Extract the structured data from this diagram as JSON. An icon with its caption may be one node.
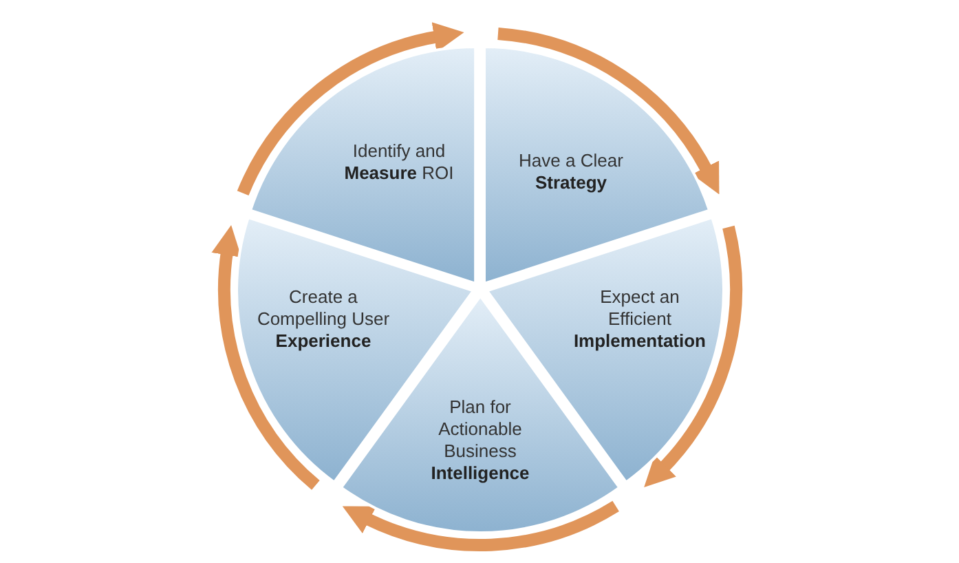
{
  "diagram": {
    "nodes": [
      {
        "text": [
          "Identify and **Measure** ROI"
        ]
      },
      {
        "text": [
          "Have a Clear **Strategy**"
        ]
      },
      {
        "text": [
          "Expect an Efficient **Implementation**"
        ]
      },
      {
        "text": [
          "Plan for Actionable Business **Intelligence**"
        ]
      },
      {
        "text": [
          "Create a Compelling User **Experience**"
        ]
      }
    ],
    "edges": [
      {
        "from": 0,
        "to": 1,
        "arrow": "to"
      },
      {
        "from": 1,
        "to": 2,
        "arrow": "to"
      },
      {
        "from": 2,
        "to": 3,
        "arrow": "to"
      },
      {
        "from": 3,
        "to": 4,
        "arrow": "to"
      },
      {
        "from": 4,
        "to": 0,
        "arrow": "to"
      }
    ]
  }
}
